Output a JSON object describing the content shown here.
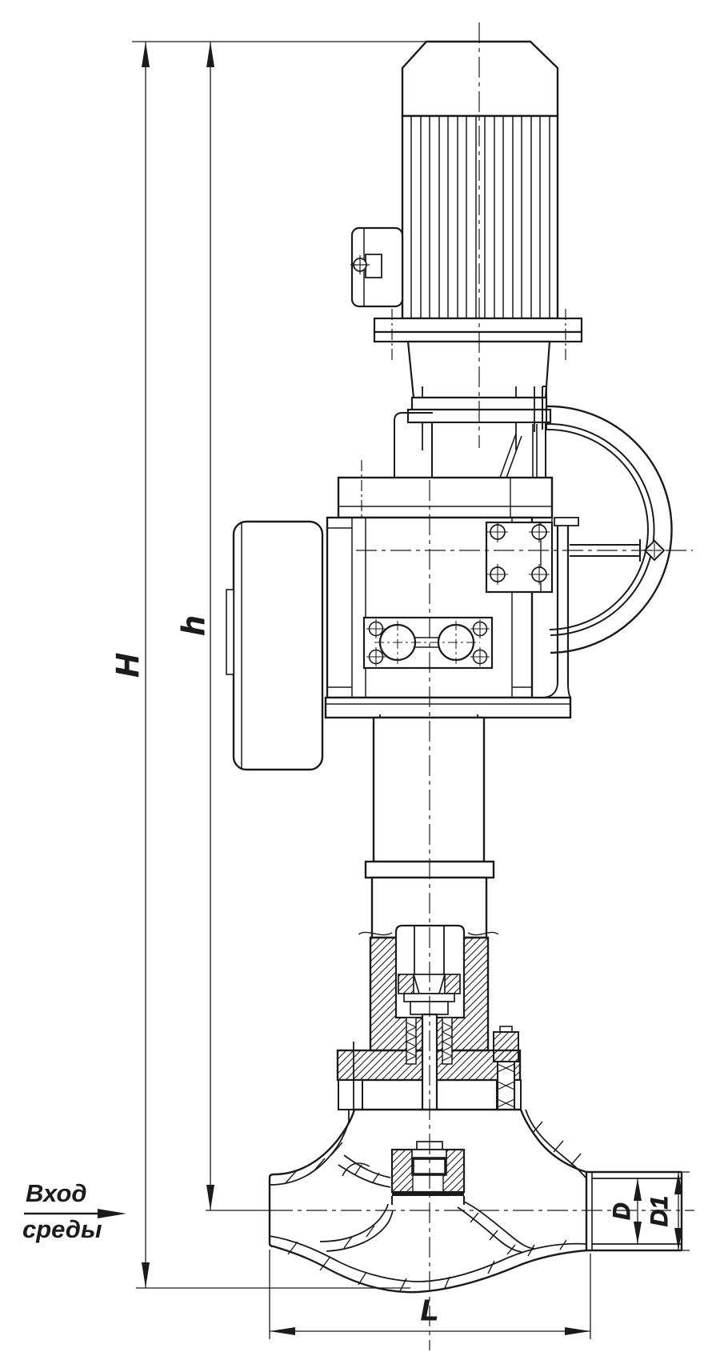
{
  "drawing": {
    "background_color": "#ffffff",
    "line_color": "#1b1b1b",
    "dimension_labels": {
      "H": "H",
      "h": "h",
      "L": "L",
      "D": "D",
      "D1": "D1"
    },
    "flow_label": {
      "line1": "Вход",
      "line2": "среды"
    }
  }
}
